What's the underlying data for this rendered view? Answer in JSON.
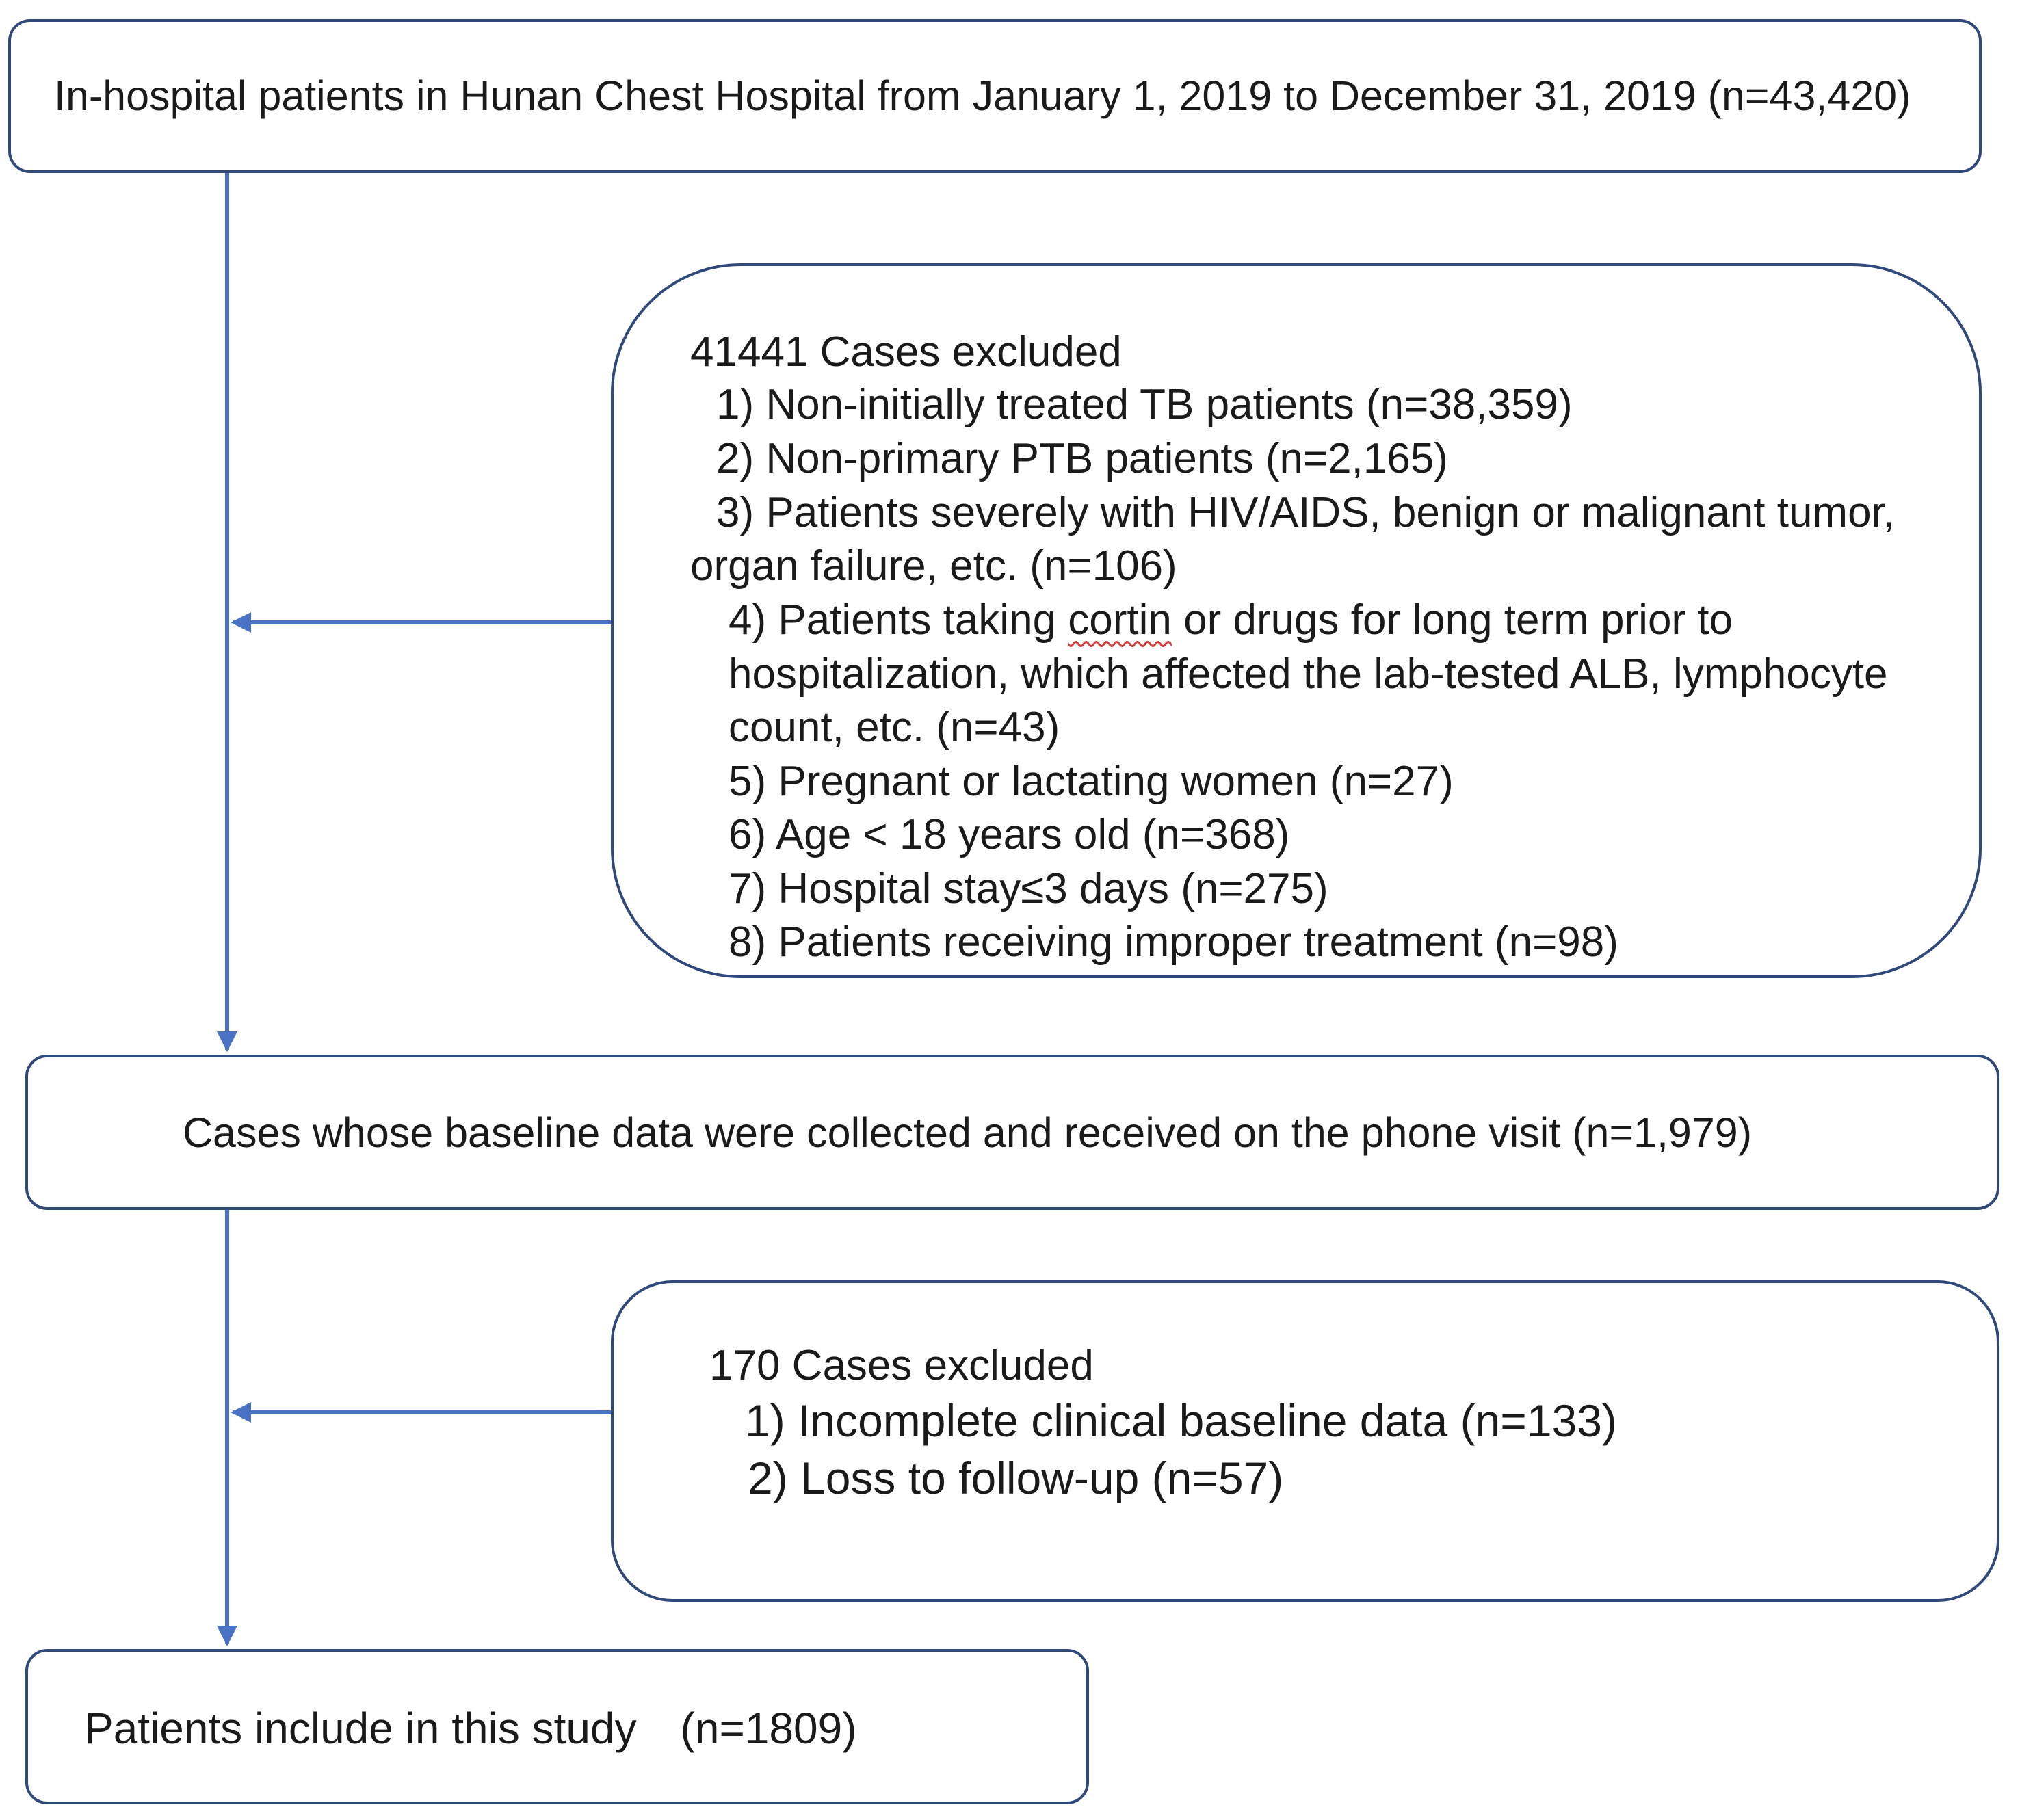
{
  "diagram": {
    "top_box": {
      "text": "In-hospital patients in Hunan Chest Hospital from January 1, 2019 to December 31, 2019 (n=43,420)"
    },
    "exclusion_1": {
      "heading": "41441 Cases excluded",
      "items": [
        "1) Non-initially treated TB patients (n=38,359)",
        "2) Non-primary PTB patients (n=2,165)",
        "3) Patients severely with HIV/AIDS, benign or malignant tumor,",
        "organ failure, etc. (n=106)",
        {
          "pre": "4) Patients taking ",
          "underlined": "cortin",
          "post": " or drugs for long term prior to"
        },
        "hospitalization, which affected the lab-tested ALB, lymphocyte",
        "count, etc. (n=43)",
        "5) Pregnant or lactating women (n=27)",
        "6) Age < 18 years old (n=368)",
        "7) Hospital stay≤3 days (n=275)",
        "8) Patients receiving improper treatment (n=98)"
      ]
    },
    "middle_box": {
      "text": "Cases whose baseline data were collected and received on the phone visit (n=1,979)"
    },
    "exclusion_2": {
      "heading": "170 Cases excluded",
      "items": [
        "1) Incomplete clinical baseline data (n=133)",
        "2) Loss to follow-up (n=57)"
      ]
    },
    "bottom_box": {
      "text": "Patients include in this study　(n=1809)"
    }
  },
  "colors": {
    "box_border": "#2f4a7a",
    "arrow": "#4a72c4",
    "text": "#1a1a1a",
    "spellcheck_underline": "#d23c3c"
  }
}
